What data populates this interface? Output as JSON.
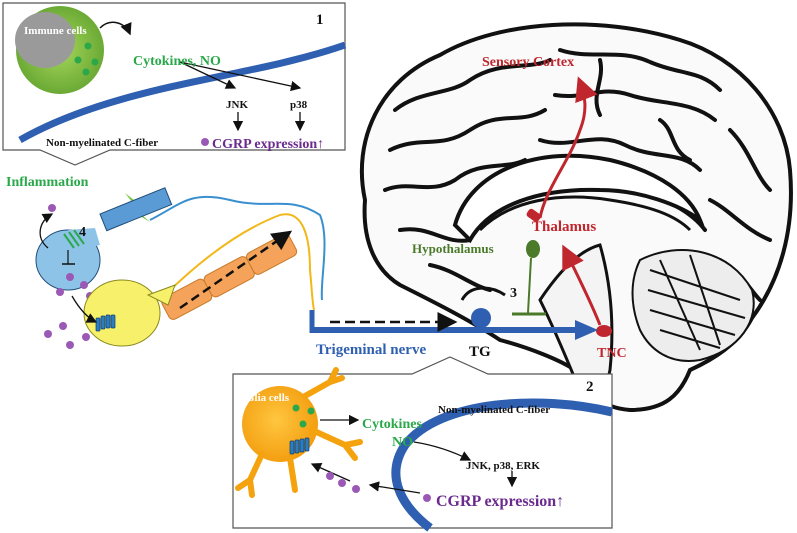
{
  "panel1": {
    "number": "1",
    "immune_cells": "Immune cells",
    "cytokines": "Cytokines, NO",
    "jnk": "JNK",
    "p38": "p38",
    "fiber_label": "Non-myelinated C-fiber",
    "cgrp": "CGRP expression↑"
  },
  "left": {
    "inflammation": "Inflammation",
    "num4": "4"
  },
  "brain": {
    "sensory_cortex": "Sensory Cortex",
    "thalamus": "Thalamus",
    "hypothalamus": "Hypothalamus",
    "num3": "3",
    "tnc": "TNC"
  },
  "pathway": {
    "trigeminal_nerve": "Trigeminal nerve",
    "tg": "TG"
  },
  "panel2": {
    "number": "2",
    "glia_cells": "Glia cells",
    "fiber_label": "Non-myelinated C-fiber",
    "cytokines": "Cytokines",
    "no": "NO",
    "kinases": "JNK, p38, ERK",
    "cgrp": "CGRP expression↑"
  },
  "colors": {
    "green_text": "#2aa84a",
    "purple_text": "#6a2a8e",
    "red_text": "#c0262d",
    "blue_nerve": "#2e5fb0",
    "hypothalamus_green": "#4a7a2a"
  }
}
